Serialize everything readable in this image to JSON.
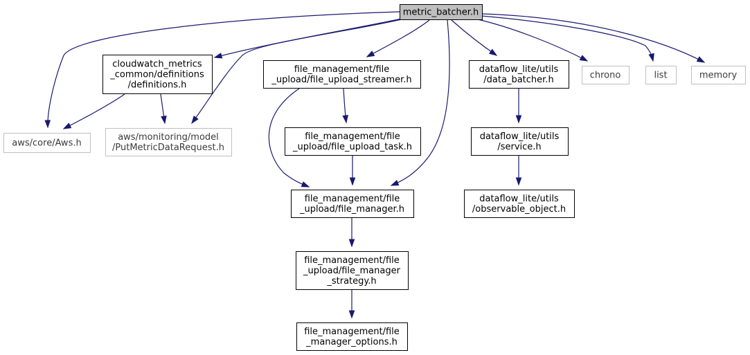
{
  "diagram": {
    "colors": {
      "edge": "#191970",
      "root_fill": "#bfbfbf",
      "documented_border": "#000000",
      "external_border": "#bfbfbf",
      "background": "#ffffff"
    },
    "nodes": [
      {
        "id": "metric_batcher",
        "kind": "root",
        "lines": [
          "metric_batcher.h"
        ]
      },
      {
        "id": "aws_core",
        "kind": "external",
        "lines": [
          "aws/core/Aws.h"
        ]
      },
      {
        "id": "cw_definitions",
        "kind": "documented",
        "lines": [
          "cloudwatch_metrics",
          "_common/definitions",
          "/definitions.h"
        ]
      },
      {
        "id": "put_metric",
        "kind": "external",
        "lines": [
          "aws/monitoring/model",
          "/PutMetricDataRequest.h"
        ]
      },
      {
        "id": "fu_streamer",
        "kind": "documented",
        "lines": [
          "file_management/file",
          "_upload/file_upload_streamer.h"
        ]
      },
      {
        "id": "fu_task",
        "kind": "documented",
        "lines": [
          "file_management/file",
          "_upload/file_upload_task.h"
        ]
      },
      {
        "id": "fu_manager",
        "kind": "documented",
        "lines": [
          "file_management/file",
          "_upload/file_manager.h"
        ]
      },
      {
        "id": "fu_strategy",
        "kind": "documented",
        "lines": [
          "file_management/file",
          "_upload/file_manager",
          "_strategy.h"
        ]
      },
      {
        "id": "fm_options",
        "kind": "documented",
        "lines": [
          "file_management/file",
          "_manager_options.h"
        ]
      },
      {
        "id": "data_batcher",
        "kind": "documented",
        "lines": [
          "dataflow_lite/utils",
          "/data_batcher.h"
        ]
      },
      {
        "id": "service",
        "kind": "documented",
        "lines": [
          "dataflow_lite/utils",
          "/service.h"
        ]
      },
      {
        "id": "observable",
        "kind": "documented",
        "lines": [
          "dataflow_lite/utils",
          "/observable_object.h"
        ]
      },
      {
        "id": "chrono",
        "kind": "external",
        "lines": [
          "chrono"
        ]
      },
      {
        "id": "list",
        "kind": "external",
        "lines": [
          "list"
        ]
      },
      {
        "id": "memory",
        "kind": "external",
        "lines": [
          "memory"
        ]
      }
    ],
    "edges": [
      [
        "metric_batcher",
        "aws_core"
      ],
      [
        "metric_batcher",
        "cw_definitions"
      ],
      [
        "metric_batcher",
        "put_metric"
      ],
      [
        "metric_batcher",
        "fu_streamer"
      ],
      [
        "metric_batcher",
        "fu_manager"
      ],
      [
        "metric_batcher",
        "data_batcher"
      ],
      [
        "metric_batcher",
        "chrono"
      ],
      [
        "metric_batcher",
        "list"
      ],
      [
        "metric_batcher",
        "memory"
      ],
      [
        "cw_definitions",
        "aws_core"
      ],
      [
        "cw_definitions",
        "put_metric"
      ],
      [
        "fu_streamer",
        "fu_task"
      ],
      [
        "fu_streamer",
        "fu_manager"
      ],
      [
        "fu_task",
        "fu_manager"
      ],
      [
        "fu_manager",
        "fu_strategy"
      ],
      [
        "fu_strategy",
        "fm_options"
      ],
      [
        "data_batcher",
        "service"
      ],
      [
        "service",
        "observable"
      ]
    ]
  }
}
